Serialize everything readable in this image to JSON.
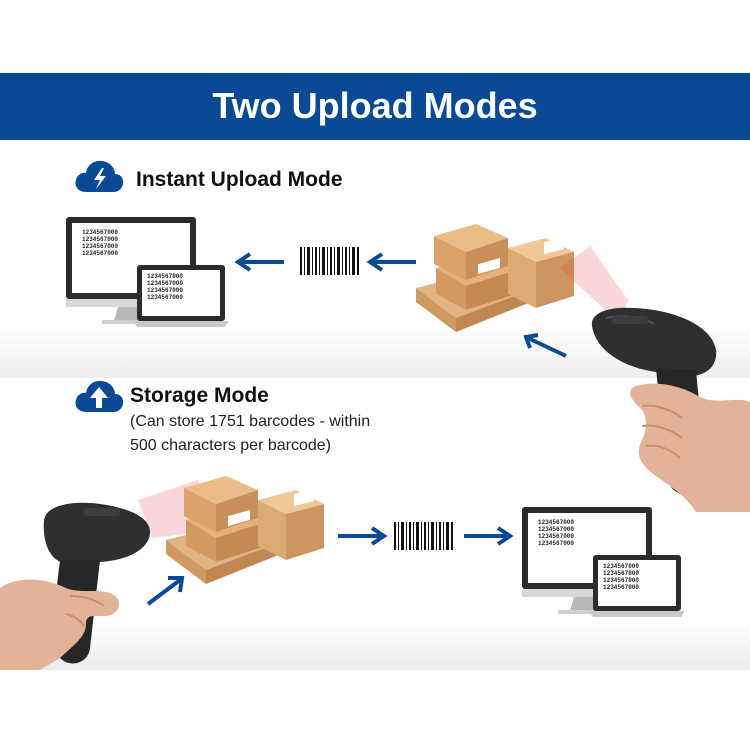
{
  "banner": {
    "title": "Two Upload Modes"
  },
  "instant": {
    "title": "Instant Upload Mode",
    "icon": "cloud-lightning-icon",
    "monitor_lines": [
      "1234567000",
      "1234567000",
      "1234567000",
      "1234567000"
    ],
    "laptop_lines": [
      "1234567000",
      "1234567000",
      "1234567000",
      "1234567000"
    ]
  },
  "storage": {
    "title": "Storage Mode",
    "icon": "cloud-upload-icon",
    "note_line1": "(Can store 1751 barcodes - within",
    "note_line2": "500 characters per barcode)",
    "monitor_lines": [
      "1234567000",
      "1234567000",
      "1234567000",
      "1234567000"
    ],
    "laptop_lines": [
      "1234567000",
      "1234567000",
      "1234567000",
      "1234567000"
    ]
  },
  "colors": {
    "brand_blue": "#0a4a94",
    "box_tan": "#d9a36a",
    "scan_red": "#e8202a"
  }
}
